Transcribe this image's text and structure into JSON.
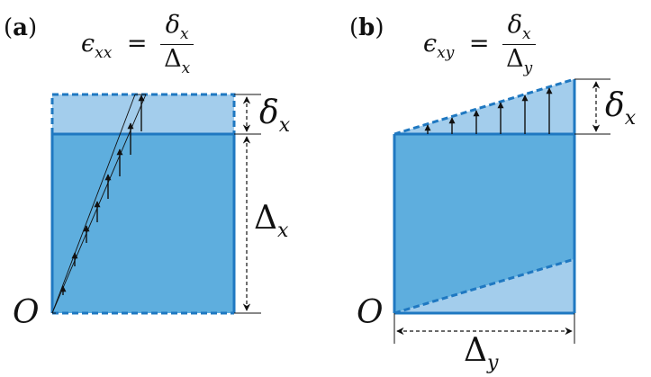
{
  "panel_a": {
    "label_paren_open": "(",
    "label_letter": "a",
    "label_paren_close": ")",
    "eq_lhs_symbol": "ϵ",
    "eq_lhs_sub": "xx",
    "eq_sign": "=",
    "eq_num_symbol": "δ",
    "eq_num_sub": "x",
    "eq_den_symbol": "Δ",
    "eq_den_sub": "x",
    "dim_top_symbol": "δ",
    "dim_top_sub": "x",
    "dim_side_symbol": "Δ",
    "dim_side_sub": "x",
    "origin": "O"
  },
  "panel_b": {
    "label_paren_open": "(",
    "label_letter": "b",
    "label_paren_close": ")",
    "eq_lhs_symbol": "ϵ",
    "eq_lhs_sub": "xy",
    "eq_sign": "=",
    "eq_num_symbol": "δ",
    "eq_num_sub": "x",
    "eq_den_symbol": "Δ",
    "eq_den_sub": "y",
    "dim_right_symbol": "δ",
    "dim_right_sub": "x",
    "dim_bottom_symbol": "Δ",
    "dim_bottom_sub": "y",
    "origin": "O"
  },
  "colors": {
    "fill_dark": "#5eaede",
    "fill_light": "#a3cdec",
    "edge": "#1f78c1",
    "arrow": "#111111"
  }
}
